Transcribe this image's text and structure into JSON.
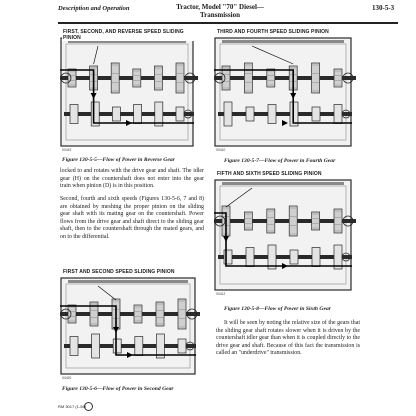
{
  "header": {
    "left": "Description and Operation",
    "title_line1": "Tractor, Model \"70\" Diesel—",
    "title_line2": "Transmission",
    "section": "130-5-3"
  },
  "figures": {
    "reverse": {
      "callout": "FIRST, SECOND, AND REVERSE SPEED SLIDING PINION",
      "number": "X0419",
      "caption": "Figure 130-5-5—Flow of Power in Reverse Gear"
    },
    "fourth": {
      "callout": "THIRD AND FOURTH SPEED SLIDING PINION",
      "number": "X0410",
      "caption": "Figure 130-5-7—Flow of Power in Fourth Gear"
    },
    "sixth": {
      "callout": "FIFTH AND SIXTH SPEED SLIDING PINION",
      "number": "X0412",
      "caption": "Figure 130-5-8—Flow of Power in Sixth Gear"
    },
    "second": {
      "callout": "FIRST AND SECOND SPEED SLIDING PINION",
      "number": "X0420",
      "caption": "Figure 130-5-6—Flow of Power in Second Gear"
    }
  },
  "text": {
    "para1": "locked to and rotates with the drive gear and shaft. The idler gear (H) on the countershaft does not enter into the gear train when pinion (D) is in this position.",
    "para2": "Second, fourth and sixth speeds (Figures 130-5-6, 7 and 8) are obtained by meshing the proper pinion on the sliding gear shaft with its mating gear on the countershaft. Power flows from the drive gear and shaft direct to the sliding gear shaft, then to the countershaft through the mated gears, and on to the differential.",
    "para3": "It will be seen by noting the relative size of the gears that the sliding gear shaft rotates slower when it is driven by the countershaft idler gear than when it is coupled directly to the drive gear and shaft. Because of this fact the transmission is called an \"underdrive\" transmission."
  },
  "footer": {
    "code": "RM 3017 (1-56)"
  },
  "colors": {
    "ink": "#1a1a1a",
    "diagram_dark": "#2a2a2a",
    "diagram_mid": "#8a8a8a",
    "diagram_light": "#cfcfcf"
  }
}
